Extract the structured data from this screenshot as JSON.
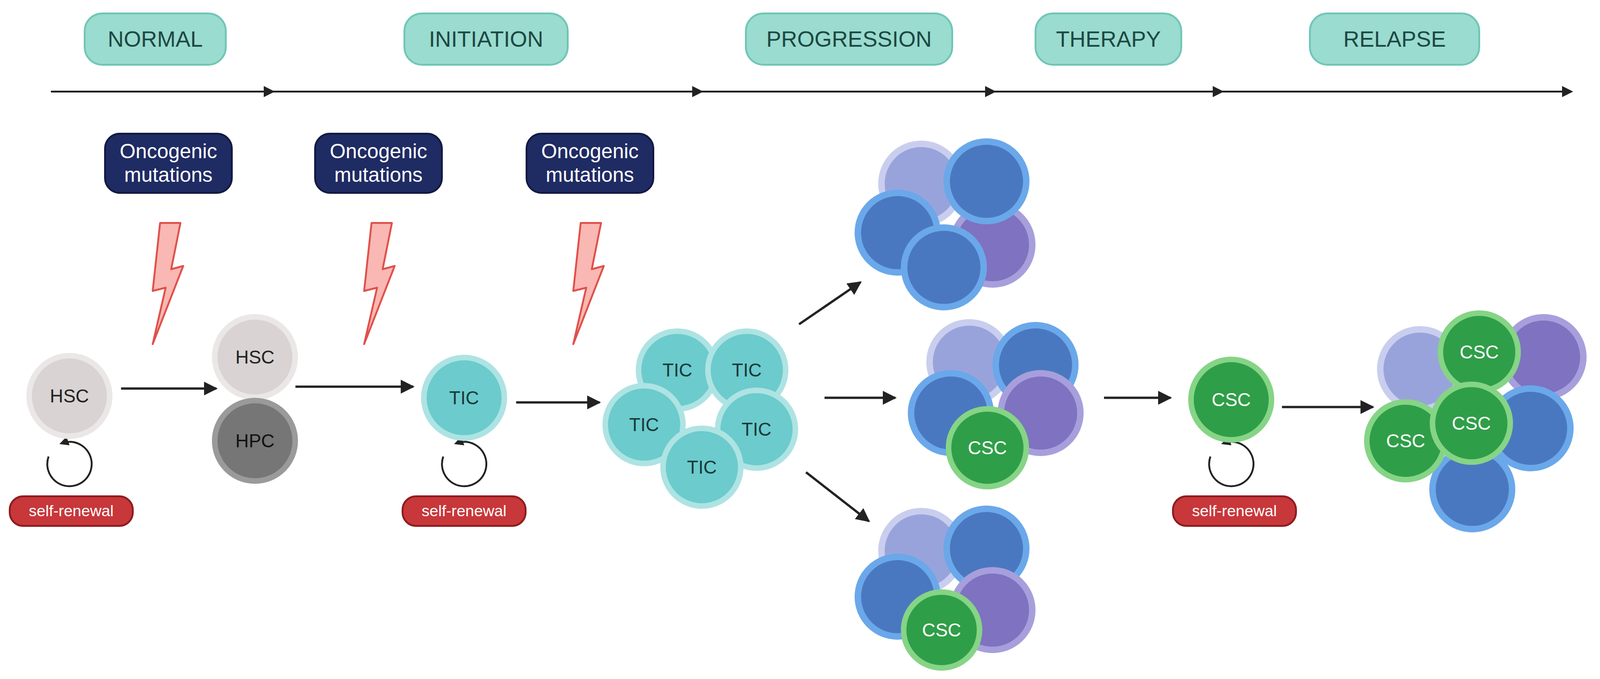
{
  "diagram": {
    "nodes": [
      {
        "text": [
          "NORMAL"
        ]
      },
      {
        "text": [
          "INITIATION"
        ]
      },
      {
        "text": [
          "PROGRESSION"
        ]
      },
      {
        "text": [
          "THERAPY"
        ]
      },
      {
        "text": [
          "RELAPSE"
        ]
      },
      {
        "text": [
          "Oncogenic mutations"
        ]
      },
      {
        "text": [
          "Oncogenic mutations"
        ]
      },
      {
        "text": [
          "Oncogenic mutations"
        ]
      },
      {
        "text": [
          "HSC"
        ]
      },
      {
        "text": [
          "self-renewal"
        ]
      },
      {
        "text": [
          "HSC"
        ]
      },
      {
        "text": [
          "HPC"
        ]
      },
      {
        "text": [
          "TIC"
        ]
      },
      {
        "text": [
          "self-renewal"
        ]
      },
      {
        "text": [
          "TIC"
        ]
      },
      {
        "text": [
          "TIC"
        ]
      },
      {
        "text": [
          "TIC"
        ]
      },
      {
        "text": [
          "TIC"
        ]
      },
      {
        "text": [
          "TIC"
        ]
      },
      {
        "text": [
          "CSC"
        ]
      },
      {
        "text": [
          "CSC"
        ]
      },
      {
        "text": [
          "CSC"
        ]
      },
      {
        "text": [
          "self-renewal"
        ]
      },
      {
        "text": [
          "CSC"
        ]
      },
      {
        "text": [
          "CSC"
        ]
      },
      {
        "text": [
          "CSC"
        ]
      }
    ],
    "edges": [
      {
        "from": 8,
        "to": 10,
        "arrow": "to"
      },
      {
        "from": 10,
        "to": 12,
        "arrow": "to"
      },
      {
        "from": 12,
        "to": 16,
        "arrow": "to"
      },
      {
        "from": 21,
        "to": 24,
        "arrow": "to"
      }
    ]
  }
}
